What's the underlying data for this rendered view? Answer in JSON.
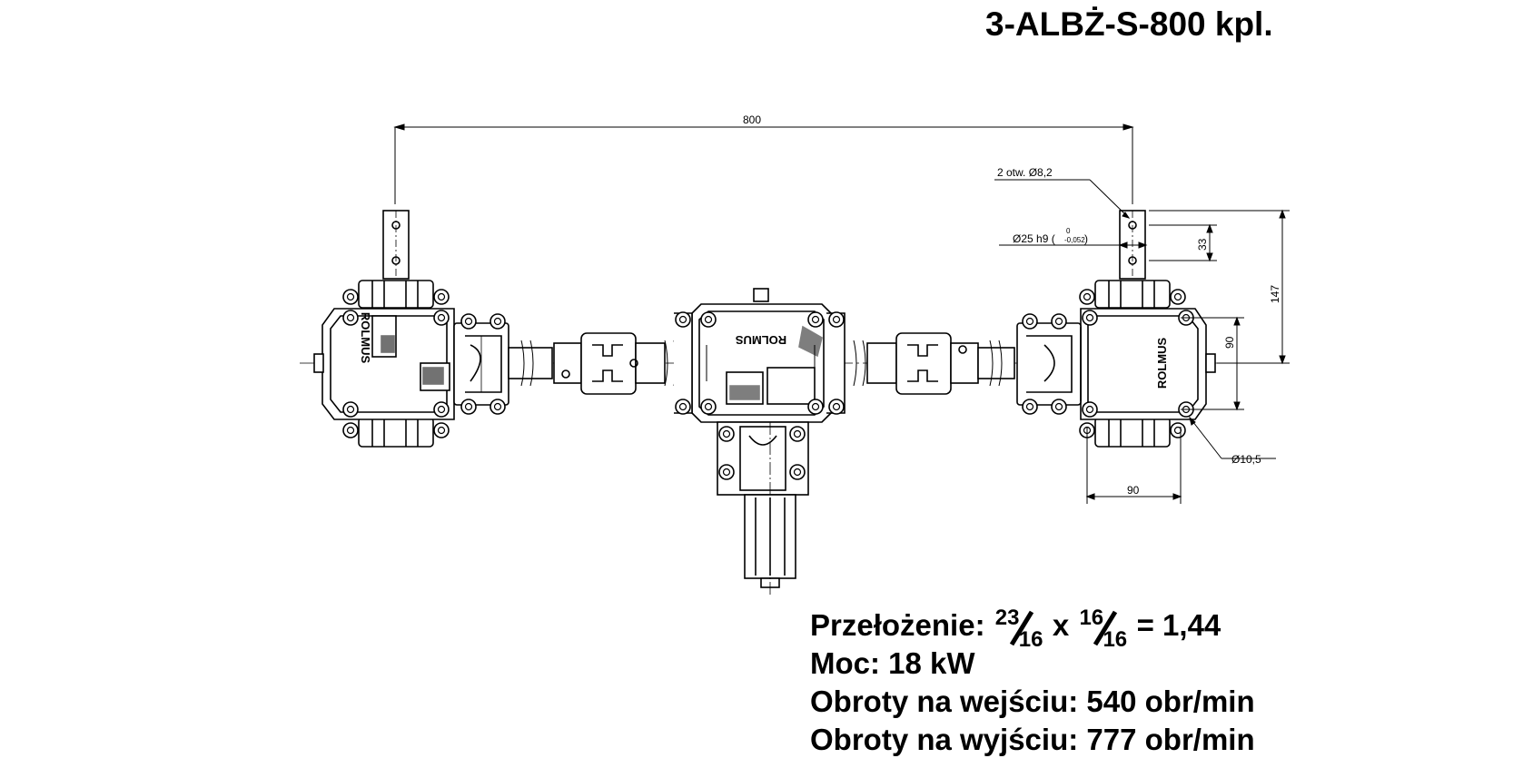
{
  "title": "3-ALBŻ-S-800 kpl.",
  "dimensions": {
    "overall_length": "800",
    "holes": "2 otw. Ø8,2",
    "shaft": "Ø25 h9 (",
    "tol_upper": "0",
    "tol_lower": "-0,052",
    "tol_close": ")",
    "d33": "33",
    "d147": "147",
    "d90_vertical": "90",
    "d90_horizontal": "90",
    "bore": "Ø10,5"
  },
  "brand_logo": "ROLMUS",
  "specs": {
    "ratio_label": "Przełożenie:",
    "ratio1_num": "23",
    "ratio1_den": "16",
    "times": "x",
    "ratio2_num": "16",
    "ratio2_den": "16",
    "ratio_result": "= 1,44",
    "power": "Moc: 18 kW",
    "input_speed": "Obroty na wejściu: 540 obr/min",
    "output_speed": "Obroty na wyjściu: 777 obr/min"
  }
}
